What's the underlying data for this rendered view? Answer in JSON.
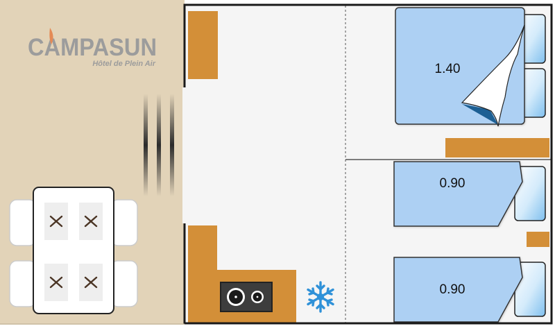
{
  "brand": {
    "name": "CAMPASUN",
    "tagline": "Hôtel de Plein Air"
  },
  "beds": {
    "double": {
      "label": "1.40"
    },
    "single_top": {
      "label": "0.90"
    },
    "single_bottom": {
      "label": "0.90"
    }
  },
  "icons": {
    "table_settings": [
      "fork-knife-icon",
      "fork-knife-icon",
      "fork-knife-icon",
      "fork-knife-icon"
    ],
    "fridge": "snowflake-icon",
    "hob": "hob-icon"
  },
  "colors": {
    "terrace": "#e2d3b8",
    "floor": "#f5f5f5",
    "wood": "#d38f38",
    "bed": "#add0f3",
    "pillow": "#d4ebfb",
    "wall": "#1a1a1a",
    "logo_text": "#9c9c9c",
    "logo_accent": "#e48a55",
    "snowflake": "#2f91d8"
  }
}
